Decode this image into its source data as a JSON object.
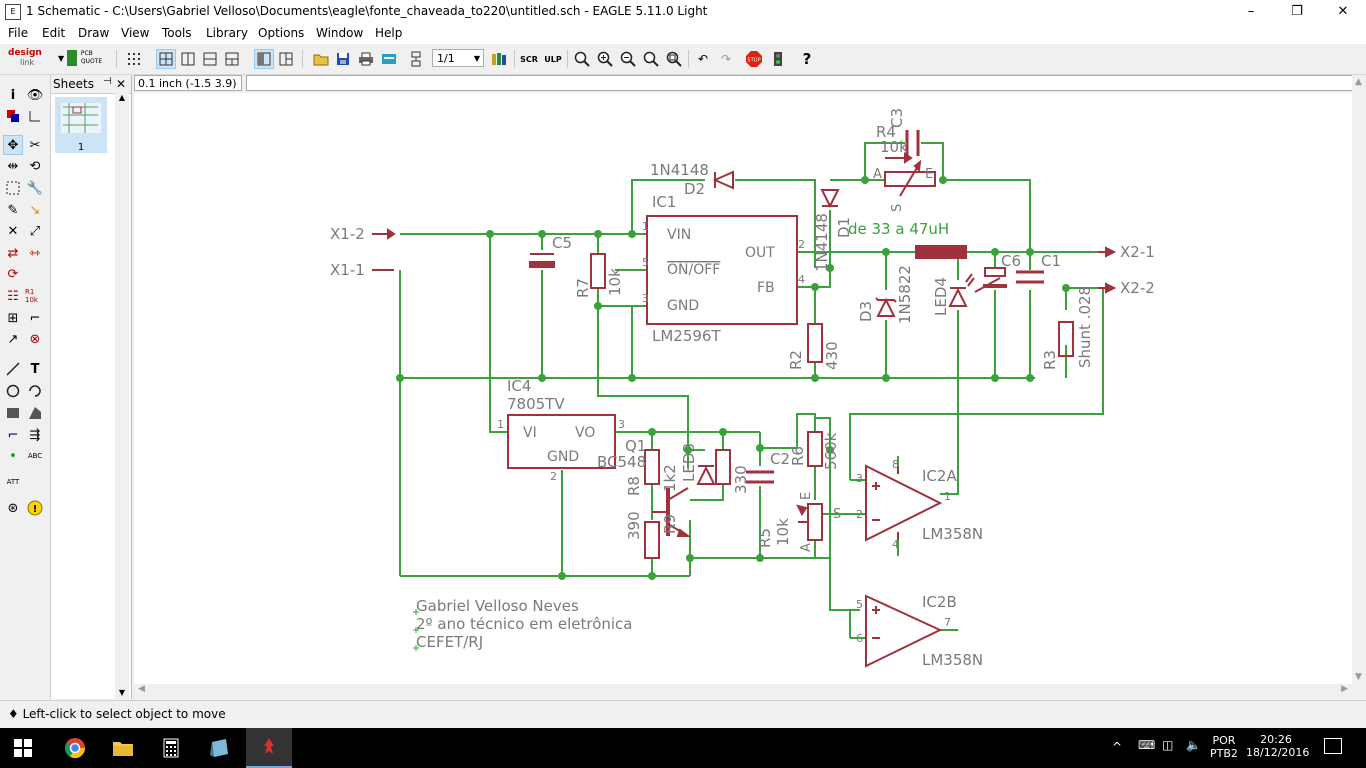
{
  "window": {
    "title": "1 Schematic - C:\\Users\\Gabriel Velloso\\Documents\\eagle\\fonte_chaveada_to220\\untitled.sch - EAGLE 5.11.0 Light",
    "minimize": "–",
    "maximize": "❐",
    "close": "✕"
  },
  "menu": [
    "File",
    "Edit",
    "Draw",
    "View",
    "Tools",
    "Library",
    "Options",
    "Window",
    "Help"
  ],
  "toolbar": {
    "logo_design": "design",
    "logo_link": "link",
    "pcb_quote": "PCB QUOTE",
    "sheet_select": "1/1"
  },
  "sheets": {
    "header": "Sheets",
    "close": "✕",
    "sheet_number": "1"
  },
  "coord": "0.1 inch (-1.5 3.9)",
  "schematic": {
    "ic1": {
      "name": "IC1",
      "value": "LM2596T",
      "pin_vin": "VIN",
      "pin_out": "OUT",
      "pin_onoff": "ON/OFF",
      "pin_fb": "FB",
      "pin_gnd": "GND",
      "pin1": "1",
      "pin2": "2",
      "pin3": "3",
      "pin4": "4",
      "pin5": "5"
    },
    "ic4": {
      "name": "IC4",
      "value": "7805TV",
      "pin_vi": "VI",
      "pin_vo": "VO",
      "pin_gnd": "GND",
      "pin1": "1",
      "pin2": "2",
      "pin3": "3"
    },
    "ic2a": {
      "name": "IC2A",
      "value": "LM358N",
      "p3": "3",
      "p2": "2",
      "p1": "1",
      "p8": "8",
      "p4": "4"
    },
    "ic2b": {
      "name": "IC2B",
      "value": "LM358N",
      "p5": "5",
      "p6": "6",
      "p7": "7"
    },
    "x12": "X1-2",
    "x11": "X1-1",
    "x21": "X2-1",
    "x22": "X2-2",
    "c5": "C5",
    "c6": "C6",
    "c1": "C1",
    "c2": "C2",
    "c3": "C3",
    "r7": "R7",
    "r7v": "10k",
    "r2": "R2",
    "r2v": "430",
    "r3": "R3",
    "r3v": "Shunt .028",
    "r4": "R4",
    "r4v": "10k",
    "r5": "R5",
    "r5v": "10k",
    "r6": "R6",
    "r6v": "560k",
    "r8": "R8",
    "r8v": "390",
    "r_led": "330",
    "r9": "R9",
    "r9v": "1k2",
    "d1": "D1",
    "d1v": "1N4148",
    "d2": "D2",
    "d2v": "1N4148",
    "d3": "D3",
    "d3v": "1N5822",
    "led4": "LED4",
    "led3": "LED3",
    "q1": "Q1",
    "q1v": "BC548",
    "inductor_note": "de 33 a 47uH",
    "pot_a": "A",
    "pot_e": "E",
    "pot_s": "S",
    "author": [
      "Gabriel Velloso Neves",
      "2º ano técnico em eletrônica",
      "CEFET/RJ"
    ]
  },
  "status": "♦ Left-click to select object to move",
  "taskbar": {
    "lang": "POR",
    "layout": "PTB2",
    "time": "20:26",
    "date": "18/12/2016"
  },
  "colors": {
    "wire": "#3aa23a",
    "part": "#a0323c",
    "text": "#7a7a7a"
  }
}
